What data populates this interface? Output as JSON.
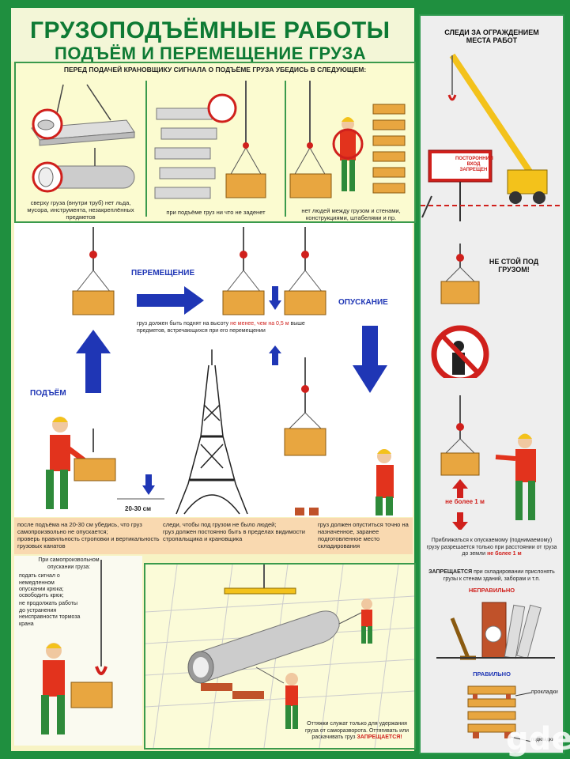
{
  "header": {
    "title_line1": "ГРУЗОПОДЪЁМНЫЕ РАБОТЫ",
    "title_line2": "ПОДЪЁМ И ПЕРЕМЕЩЕНИЕ ГРУЗА"
  },
  "check_section": {
    "heading": "ПЕРЕД ПОДАЧЕЙ КРАНОВЩИКУ СИГНАЛА О ПОДЪЁМЕ ГРУЗА УБЕДИСЬ В СЛЕДУЮЩЕМ:",
    "items": [
      "сверху груза (внутри труб) нет льда, мусора, инструмента, незакреплённых предметов",
      "при подъёме груз ни что не заденет",
      "нет людей между грузом и стенами, конструкциями, штабелями и пр."
    ]
  },
  "process": {
    "lift_label": "ПОДЪЁМ",
    "move_label": "ПЕРЕМЕЩЕНИЕ",
    "lower_label": "ОПУСКАНИЕ",
    "height_note_pre": "груз должен быть поднят на высоту",
    "height_note_red": "не менее, чем на 0,5 м",
    "height_note_post": "выше предметов, встречающихся при его перемещении",
    "gap_label": "20-30 см"
  },
  "band": {
    "col1_a": "после подъёма на 20-30 см убедись, что груз самопроизвольно не опускается;",
    "col1_b": "проверь правильность строповки и вертикальность грузовых канатов",
    "col2_a": "следи, чтобы под грузом не было людей;",
    "col2_b": "груз должен постоянно быть в пределах видимости стропальщика и крановщика",
    "col3": "груз должен опуститься точно на назначенное, заранее подготовленное место складирования"
  },
  "self_lowering": {
    "heading": "При самопроизвольном опускании груза:",
    "items": [
      "подать сигнал о немедленном опускании крюка;",
      "освободить крюк;",
      "не продолжать работы до устранения неисправности тормоза крана"
    ]
  },
  "guy_ropes": {
    "text": "Оттяжки служат только для удержания груза от саморазворота. Оттягивать или раскачивать груз",
    "forbidden": "ЗАПРЕЩАЕТСЯ!"
  },
  "right_column": {
    "fence_title": "СЛЕДИ ЗА ОГРАЖДЕНИЕМ МЕСТА РАБОТ",
    "sign_line1": "ПОСТОРОННИМ",
    "sign_line2": "ВХОД",
    "sign_line3": "ЗАПРЕЩЕН",
    "no_stand": "НЕ СТОЙ ПОД ГРУЗОМ!",
    "limit_red": "не более 1 м",
    "approach_pre": "Приближаться к опускаемому (поднимаемому) грузу разрешается только при расстоянии от груза до земли",
    "approach_red": "не более 1 м",
    "storage_forbid_bold": "ЗАПРЕЩАЕТСЯ",
    "storage_forbid_rest": "при складировании прислонять грузы к стенам зданий, заборам и т.п.",
    "wrong": "НЕПРАВИЛЬНО",
    "right": "ПРАВИЛЬНО",
    "spacers": "прокладки",
    "spacers2": "подкладки"
  },
  "watermark": "gde",
  "colors": {
    "green": "#1f8f3f",
    "blue_arrow": "#1f36b5",
    "wood": "#e8a640",
    "red": "#d0201c",
    "crane_yellow": "#f3c21b"
  }
}
